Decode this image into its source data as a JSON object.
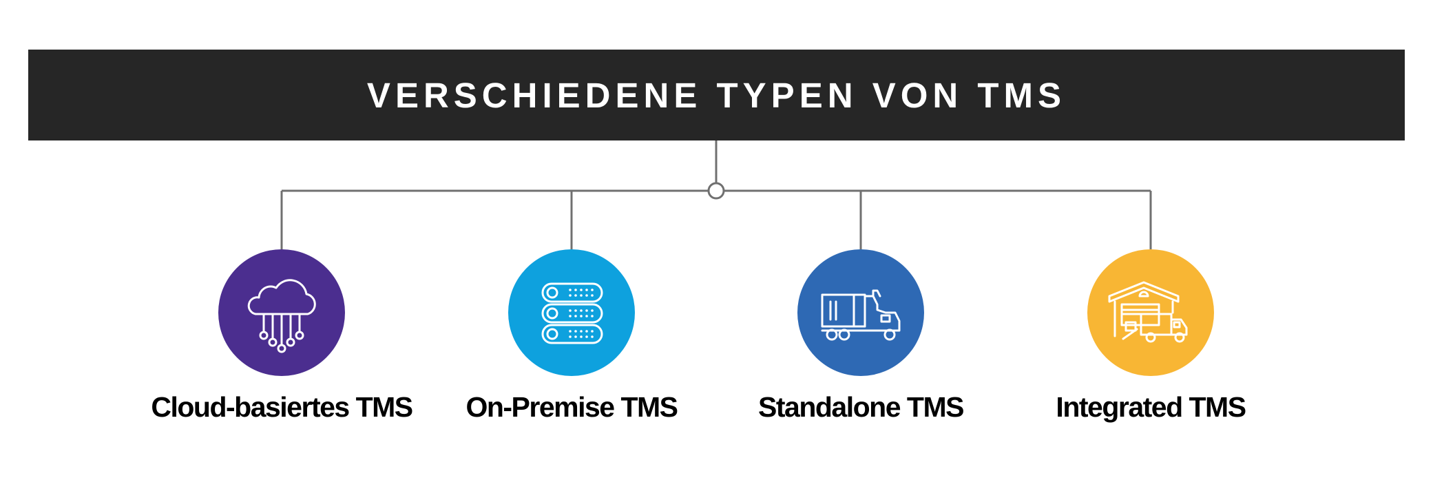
{
  "title": "VERSCHIEDENE TYPEN VON TMS",
  "types": [
    {
      "label": "Cloud-basiertes TMS",
      "color": "#4b2e8f",
      "icon": "cloud-network-icon"
    },
    {
      "label": "On-Premise TMS",
      "color": "#0ea1de",
      "icon": "server-stack-icon"
    },
    {
      "label": "Standalone TMS",
      "color": "#2e69b4",
      "icon": "truck-icon"
    },
    {
      "label": "Integrated TMS",
      "color": "#f8b634",
      "icon": "warehouse-truck-icon"
    }
  ],
  "colors": {
    "banner": "#262626",
    "connector": "#707070"
  }
}
